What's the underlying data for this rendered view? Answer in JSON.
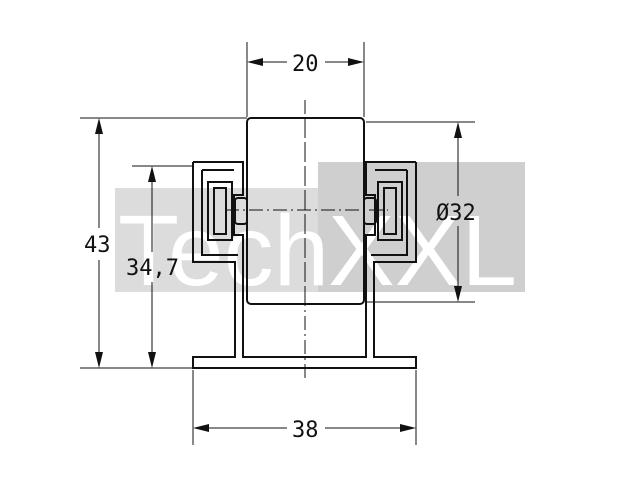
{
  "watermark": {
    "text_left": "Tech",
    "text_right": "XXL",
    "band_color": "#dcdcdc",
    "block_color": "#cfcfcf"
  },
  "dimensions": {
    "top_width": "20",
    "bottom_width": "38",
    "total_height": "43",
    "inner_height": "34,7",
    "roller_diameter": "Ø32"
  },
  "colors": {
    "line": "#111111",
    "background": "#ffffff"
  }
}
